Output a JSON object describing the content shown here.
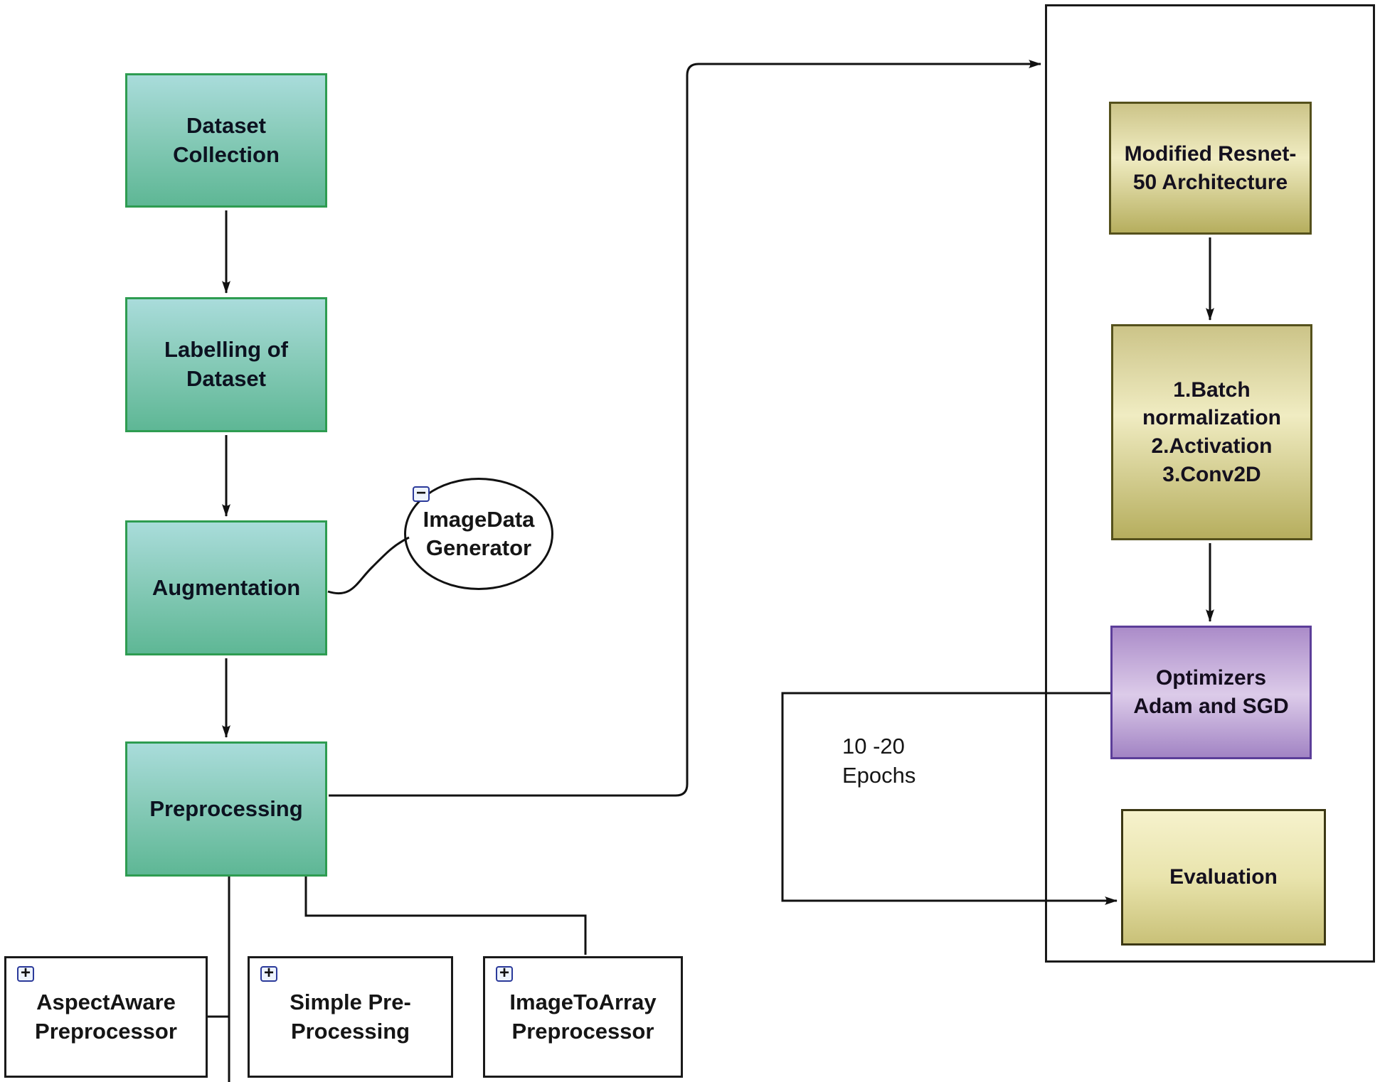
{
  "diagram": {
    "left_flow": {
      "dataset_collection": "Dataset\nCollection",
      "labelling": "Labelling of\nDataset",
      "augmentation": "Augmentation",
      "preprocessing": "Preprocessing"
    },
    "callout": {
      "label": "ImageData\nGenerator",
      "collapse_icon": "−"
    },
    "preprocessors": [
      {
        "label": "AspectAware\nPreprocessor",
        "expand_icon": "+"
      },
      {
        "label": "Simple Pre-\nProcessing",
        "expand_icon": "+"
      },
      {
        "label": "ImageToArray\nPreprocessor",
        "expand_icon": "+"
      }
    ],
    "right_flow": {
      "resnet": "Modified Resnet-\n50 Architecture",
      "layers": "1.Batch\nnormalization\n2.Activation\n3.Conv2D",
      "optimizers": "Optimizers\nAdam and SGD",
      "evaluation": "Evaluation"
    },
    "loop_label": "10 -20\nEpochs",
    "colors": {
      "teal_top": "#a9dcdb",
      "teal_mid": "#8ccdbd",
      "teal_bottom": "#5eb795",
      "teal_border": "#2e9c51",
      "olive_top": "#ccc488",
      "olive_mid": "#f0ecc2",
      "olive_bottom": "#b6ae5e",
      "olive_border": "#55511c",
      "evaluation_top": "#f6f2cc",
      "evaluation_mid": "#e9e4ad",
      "evaluation_bottom": "#c9c178",
      "evaluation_border": "#3c3814",
      "purple_top": "#ab8cc9",
      "purple_mid": "#dccbe9",
      "purple_bottom": "#a284c4",
      "purple_border": "#5c3e99",
      "icon_border": "#2b3a9a",
      "icon_bg": "#eef4fd",
      "wire": "#111111"
    }
  }
}
